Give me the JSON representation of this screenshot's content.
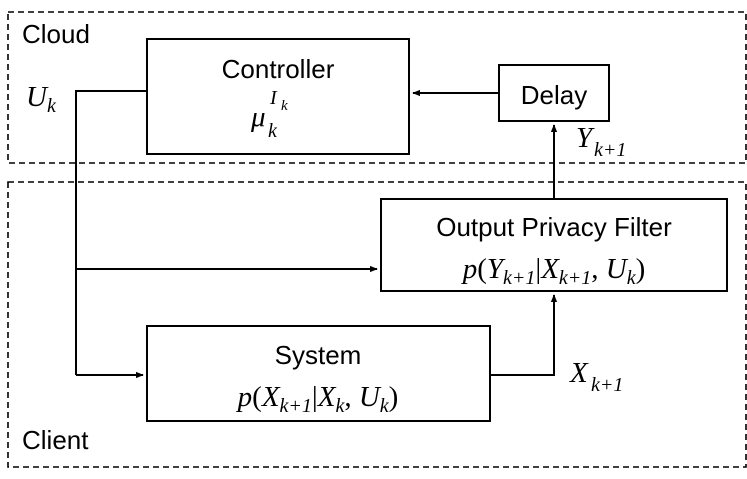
{
  "regions": {
    "cloud": "Cloud",
    "client": "Client"
  },
  "blocks": {
    "controller": {
      "title": "Controller",
      "math": {
        "base": "μ",
        "sub": "k",
        "sup_base": "I",
        "sup_sub": "k"
      }
    },
    "delay": {
      "title": "Delay"
    },
    "filter": {
      "title": "Output Privacy Filter",
      "math": {
        "p": "p",
        "open": "(",
        "y": "Y",
        "y_sub": "k+1",
        "bar": "|",
        "x": "X",
        "x_sub": "k+1",
        "comma": ", ",
        "u": "U",
        "u_sub": "k",
        "close": ")"
      }
    },
    "system": {
      "title": "System",
      "math": {
        "p": "p",
        "open": "(",
        "x1": "X",
        "x1_sub": "k+1",
        "bar": "|",
        "x": "X",
        "x_sub": "k",
        "comma": ", ",
        "u": "U",
        "u_sub": "k",
        "close": ")"
      }
    }
  },
  "signals": {
    "u": {
      "base": "U",
      "sub": "k"
    },
    "y": {
      "base": "Y",
      "sub": "k+1"
    },
    "x": {
      "base": "X",
      "sub": "k+1"
    }
  }
}
